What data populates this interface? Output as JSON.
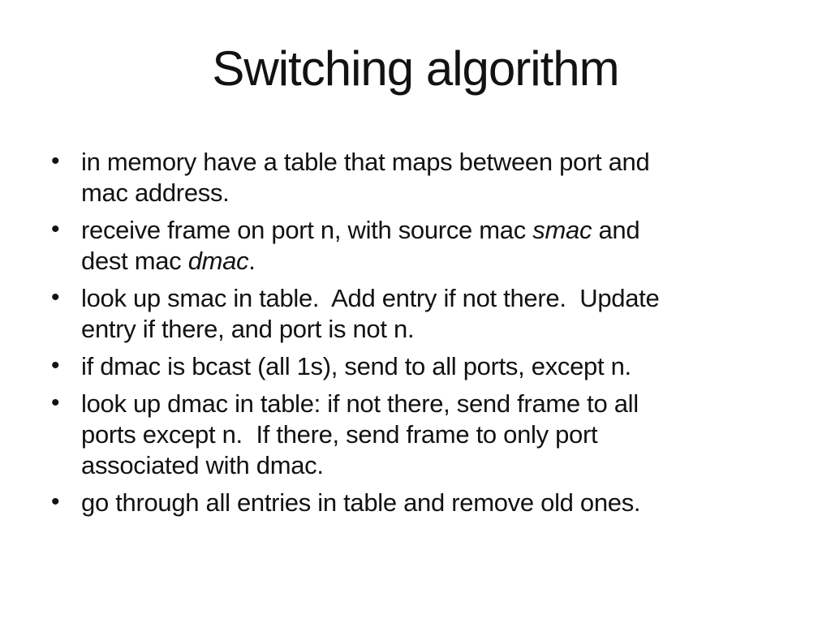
{
  "slide": {
    "title": "Switching algorithm",
    "bullet_char": "•",
    "bullets": [
      {
        "segments": [
          {
            "text": "in memory have a table that maps between port and mac address.",
            "italic": false
          }
        ]
      },
      {
        "segments": [
          {
            "text": "receive frame on port n, with source mac ",
            "italic": false
          },
          {
            "text": "smac",
            "italic": true
          },
          {
            "text": " and dest mac ",
            "italic": false
          },
          {
            "text": "dmac",
            "italic": true
          },
          {
            "text": ".",
            "italic": false
          }
        ]
      },
      {
        "segments": [
          {
            "text": "look up smac in table.  Add entry if not there.  Update entry if there, and port is not n.",
            "italic": false
          }
        ]
      },
      {
        "segments": [
          {
            "text": "if dmac is bcast (all 1s), send to all ports, except n.",
            "italic": false
          }
        ]
      },
      {
        "segments": [
          {
            "text": "look up dmac in table: if not there, send frame to all ports except n.  If there, send frame to only port associated with dmac.",
            "italic": false
          }
        ]
      },
      {
        "segments": [
          {
            "text": "go through all entries in table and remove old ones.",
            "italic": false
          }
        ]
      }
    ],
    "colors": {
      "background": "#ffffff",
      "text": "#121212"
    }
  }
}
